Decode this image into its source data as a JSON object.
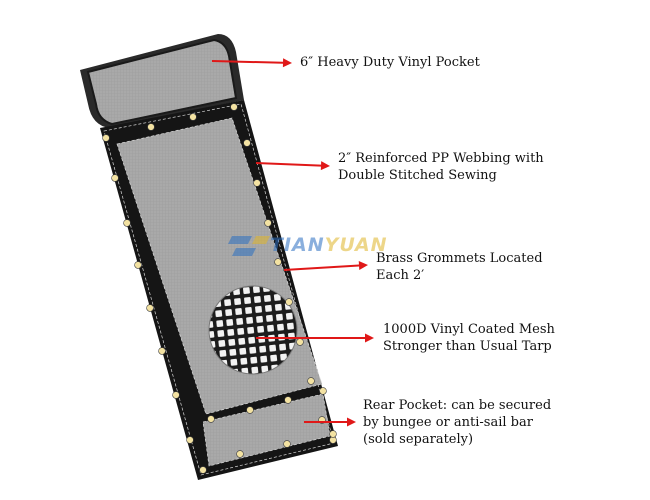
{
  "diagram": {
    "callouts": [
      {
        "id": "pocket",
        "lines": [
          "6″ Heavy Duty Vinyl Pocket"
        ]
      },
      {
        "id": "webbing",
        "lines": [
          "2″  Reinforced PP Webbing with",
          "Double Stitched Sewing"
        ]
      },
      {
        "id": "grommets",
        "lines": [
          "Brass Grommets Located",
          "Each 2′"
        ]
      },
      {
        "id": "mesh",
        "lines": [
          "1000D Vinyl Coated Mesh",
          "Stronger than Usual Tarp"
        ]
      },
      {
        "id": "rear-pocket",
        "lines": [
          "Rear Pocket: can be secured",
          "by bungee or anti-sail bar",
          "(sold separately)"
        ]
      }
    ],
    "watermark": {
      "part1": "TIAN",
      "part2": "YUAN"
    }
  },
  "colors": {
    "arrow": "#e01818",
    "mesh_fill": "#a8a8a8",
    "webbing": "#1a1a1a",
    "grommet": "#f3e2a2",
    "watermark_blue": "#2b6fc2",
    "watermark_yellow": "#e0b62a"
  }
}
